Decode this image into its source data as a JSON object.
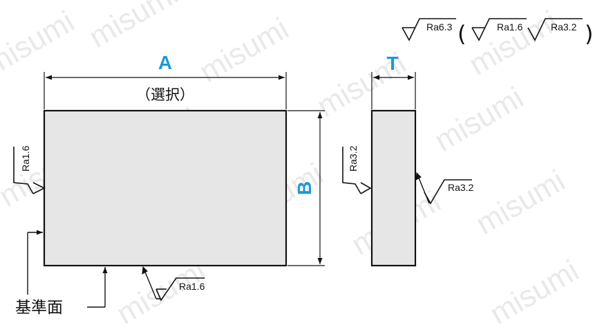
{
  "watermark": "misumi",
  "colors": {
    "dimension_label": "#1a9ad6",
    "part_fill": "#e6e6e6",
    "line": "#111111"
  },
  "dimensions": {
    "a_label": "A",
    "a_note": "（選択）",
    "b_label": "B",
    "t_label": "T"
  },
  "surface_finish": {
    "header_main": "Ra6.3",
    "header_paren_open": "(",
    "header_sub1": "Ra1.6",
    "header_sub2": "Ra3.2",
    "header_paren_close": ")",
    "plate_left_side": "Ra1.6",
    "plate_bottom": "Ra1.6",
    "side_view_left": "Ra3.2",
    "side_view_right": "Ra3.2"
  },
  "datum_label": "基準面"
}
